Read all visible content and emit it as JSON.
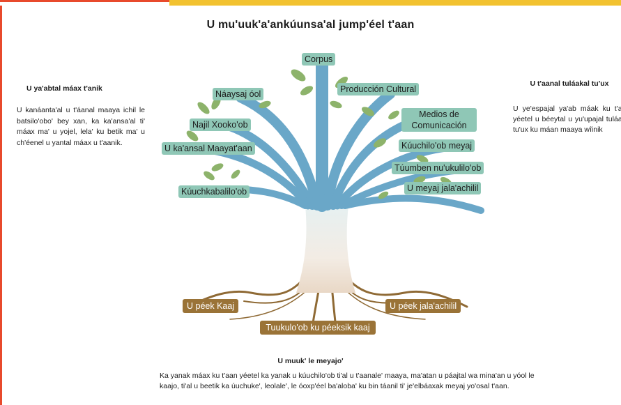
{
  "title": "U mu'uuk'a'ankúunsa'al jump'éel t'aan",
  "left_panel": {
    "heading": "U ya'abtal máax t'anik",
    "text": "U kanáanta'al u t'áanal maaya ichil le batsilo'obo' bey xan, ka ka'ansa'al ti' máax ma' u yojel, lela' ku betik ma' u ch'éenel u yantal máax u t'aanik."
  },
  "right_panel": {
    "heading": "U t'aanal tuláakal tu'ux",
    "text": "U ye'espajal ya'ab máak ku t'anik yéetel u béeytal u yu'upajal tuláakal tu'ux ku máan maaya wîinik"
  },
  "branches": [
    "Corpus",
    "Náaysaj óol",
    "Producción Cultural",
    "Medios de Comunicación",
    "Najil Xooko'ob",
    "Kúuchilo'ob meyaj",
    "U ka'ansal Maayat'aan",
    "Túumben nu'ukulilo'ob",
    "U meyaj jala'achilil",
    "Kúuchkabalilo'ob"
  ],
  "roots": {
    "left": "U péek Kaaj",
    "right": "U péek jala'achilil",
    "center": "Tuukulo'ob ku péeksik kaaj"
  },
  "bottom_panel": {
    "heading": "U muuk' le meyajo'",
    "text": "Ka yanak máax ku t'aan yéetel ka yanak u kúuchilo'ob ti'al u t'aanale' maaya, ma'atan u páajtal wa mina'an u yóol le kaajo, ti'al u beetik ka úuchuke', leolale', le óoxp'éel ba'aloba' ku bin táanil ti' je'elbáaxak meyaj yo'osal t'aan."
  },
  "colors": {
    "branch": "#6aa7c8",
    "label_bg": "#8fc7b6",
    "leaf": "#8db36b",
    "trunk": "#f2ede6",
    "root": "#9a7337",
    "top_bar": "#f2c230",
    "frame": "#e84a2c"
  }
}
